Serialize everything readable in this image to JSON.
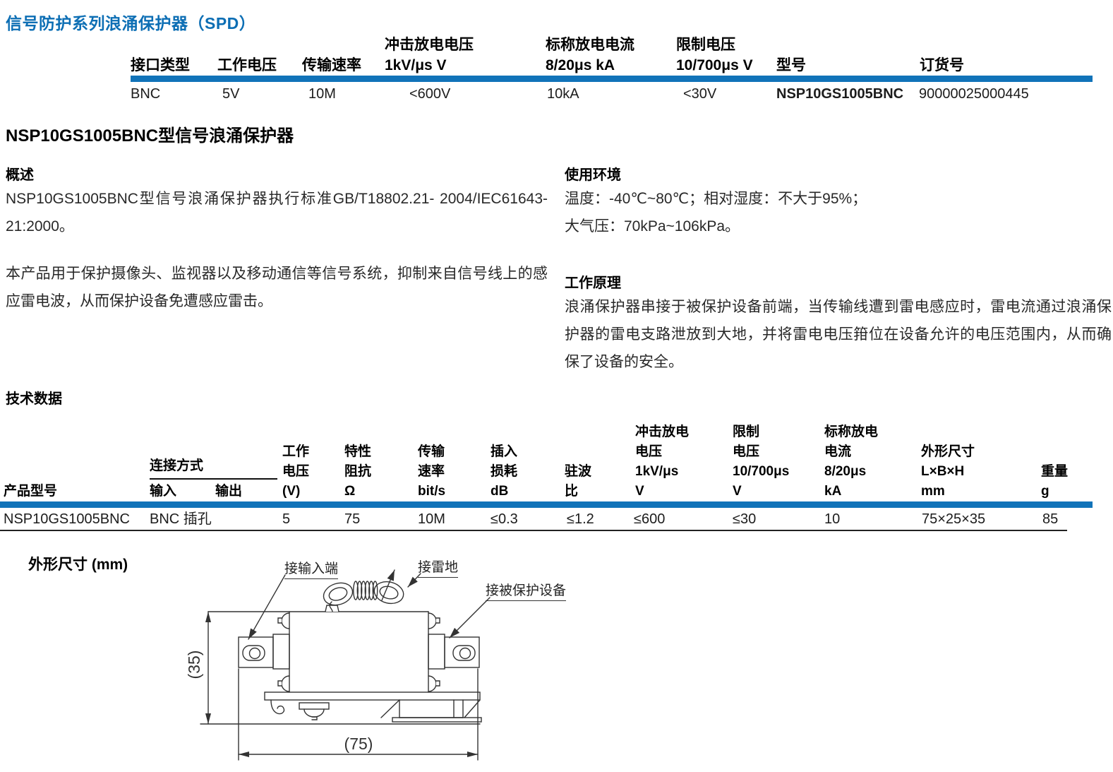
{
  "title": "信号防护系列浪涌保护器（SPD）",
  "spec_table": {
    "columns": [
      {
        "h2": "接口类型",
        "value": "BNC"
      },
      {
        "h2": "工作电压",
        "value": "5V"
      },
      {
        "h2": "传输速率",
        "value": "10M"
      },
      {
        "h1": "冲击放电电压",
        "h2": "1kV/μs V",
        "value": "<600V"
      },
      {
        "h1": "标称放电电流",
        "h2": "8/20μs kA",
        "value": "10kA"
      },
      {
        "h1": "限制电压",
        "h2": "10/700μs V",
        "value": "<30V"
      },
      {
        "h2": "型号",
        "value": "NSP10GS1005BNC"
      },
      {
        "h2": "订货号",
        "value": "90000025000445"
      }
    ]
  },
  "product_heading": "NSP10GS1005BNC型信号浪涌保护器",
  "overview": {
    "heading": "概述",
    "para1": "NSP10GS1005BNC型信号浪涌保护器执行标准GB/T18802.21- 2004/IEC61643-21:2000。",
    "para2": "本产品用于保护摄像头、监视器以及移动通信等信号系统，抑制来自信号线上的感应雷电波，从而保护设备免遭感应雷击。"
  },
  "environment": {
    "heading": "使用环境",
    "line1": "温度：-40℃~80℃；相对湿度：不大于95%；",
    "line2": "大气压：70kPa~106kPa。"
  },
  "principle": {
    "heading": "工作原理",
    "para": "浪涌保护器串接于被保护设备前端，当传输线遭到雷电感应时，雷电流通过浪涌保护器的雷电支路泄放到大地，并将雷电电压箝位在设备允许的电压范围内，从而确保了设备的安全。"
  },
  "tech": {
    "heading": "技术数据",
    "col_model": {
      "h": "产品型号",
      "v": "NSP10GS1005BNC"
    },
    "col_connect": {
      "h": "连接方式",
      "sub1": "输入",
      "sub2": "输出",
      "v": "BNC 插孔"
    },
    "cols": [
      {
        "lines": [
          "工作",
          "电压",
          "(V)"
        ],
        "v": "5"
      },
      {
        "lines": [
          "特性",
          "阻抗",
          "Ω"
        ],
        "v": "75"
      },
      {
        "lines": [
          "传输",
          "速率",
          "bit/s"
        ],
        "v": "10M"
      },
      {
        "lines": [
          "插入",
          "损耗",
          "dB"
        ],
        "v": "≤0.3"
      },
      {
        "lines": [
          "驻波",
          "比"
        ],
        "v": "≤1.2"
      },
      {
        "lines": [
          "冲击放电",
          "电压",
          "1kV/μs",
          "V"
        ],
        "v": "≤600"
      },
      {
        "lines": [
          "限制",
          "电压",
          "10/700μs",
          "V"
        ],
        "v": "≤30"
      },
      {
        "lines": [
          "标称放电",
          "电流",
          "8/20μs",
          "kA"
        ],
        "v": "10"
      },
      {
        "lines": [
          "外形尺寸",
          "L×B×H",
          "mm"
        ],
        "v": "75×25×35"
      },
      {
        "lines": [
          "重量",
          "g"
        ],
        "v": "85"
      }
    ]
  },
  "dimensions": {
    "heading": "外形尺寸 (mm)",
    "label_input": "接输入端",
    "label_ground": "接雷地",
    "label_protected": "接被保护设备",
    "dim_height": "(35)",
    "dim_width": "(75)"
  },
  "colors": {
    "accent": "#0c6eb4",
    "bar": "#1173b9"
  }
}
